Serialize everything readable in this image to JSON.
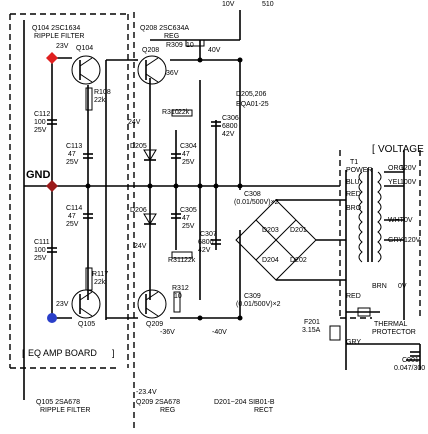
{
  "labels": {
    "q104_head": "Q104  2SC1634",
    "q104_sub": "RIPPLE FILTER",
    "q104_volt": "23V",
    "q104": "Q104",
    "q208_head": "Q208  2SC634A",
    "q208_reg": "REG",
    "q208": "Q208",
    "r309": "R309",
    "r309_val": "10",
    "v40_top": "40V",
    "r108": "R108",
    "r108_val": "22k",
    "v36": "36V",
    "d205_206": "D205,206",
    "eqa01": "EQA01-25",
    "c112": "C112",
    "c112_val1": "100",
    "c112_val2": "25V",
    "v24_top": "24V",
    "r310": "R310",
    "r310_val": "22k",
    "c306": "C306",
    "c306_val1": "6800",
    "c306_val2": "42V",
    "d205": "D205",
    "c304": "C304",
    "c304_val1": "47",
    "c304_val2": "25V",
    "c113": "C113",
    "c113_val1": "47",
    "c113_val2": "25V",
    "voltage_label": "VOLTAGE",
    "t1": "T1",
    "power": "POWER",
    "org": "ORG",
    "v120_a": "120V",
    "blu": "BLU",
    "yel": "YEL",
    "v100": "100V",
    "gnd": "GND",
    "c308": "C308",
    "c308_val": "(0.01/500V)×2",
    "red_a": "RED",
    "bro": "BRO",
    "c114": "C114",
    "c114_val1": "47",
    "c114_val2": "25V",
    "d206": "D206",
    "c305": "C305",
    "c305_val1": "47",
    "c305_val2": "25V",
    "d203": "D203",
    "d201": "D201",
    "wht": "WHT",
    "v0_a": "0V",
    "c307": "C307",
    "c307_val1": "6800",
    "c307_val2": "42V",
    "gry": "GRY",
    "v120_b": "120V",
    "c111": "C111",
    "c111_val1": "100",
    "c111_val2": "25V",
    "v24_mid": "24V",
    "d204": "D204",
    "d202": "D202",
    "r311": "R311",
    "r311_val": "22k",
    "r117": "R117",
    "r117_val": "22k",
    "brn": "BRN",
    "v0_b": "0V",
    "c309": "C309",
    "c309_val": "(0.01/500V)×2",
    "red_b": "RED",
    "r312": "R312",
    "r312_val": "10",
    "v23_low": "23V",
    "f201": "F201",
    "f201_val": "3.15A",
    "thermal": "THERMAL",
    "protector": "PROTECTOR",
    "q105": "Q105",
    "q209": "Q209",
    "v36_neg": "-36V",
    "v40_neg": "-40V",
    "gry_b": "GRY",
    "eq_amp_board": "EQ AMP BOARD",
    "c001": "C001",
    "c001_val": "0.047/300",
    "v23_neg": "-23.4V",
    "q105_head": "Q105  2SA678",
    "q105_sub": "RIPPLE FILTER",
    "q209_head": "Q209  2SA678",
    "q209_reg": "REG",
    "d201_204": "D201~204  SIB01-B",
    "rect": "RECT",
    "vol_10v": "10V",
    "r510": "510"
  },
  "colors": {
    "gnd_marker": "#9b1b1b",
    "pos_marker": "#e02020",
    "neg_marker": "#2a3fc9"
  }
}
